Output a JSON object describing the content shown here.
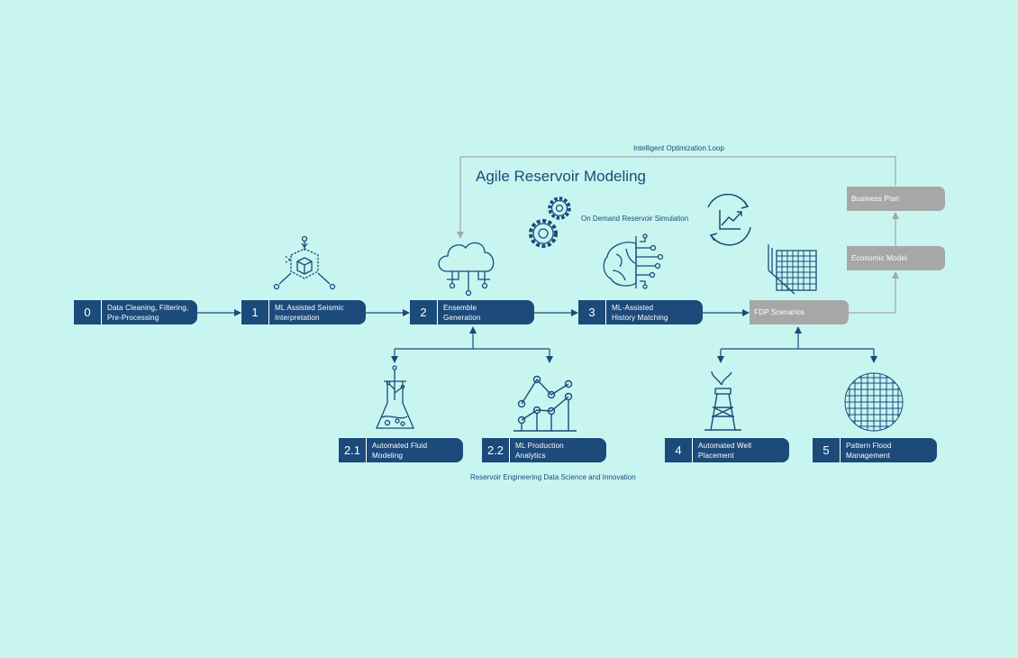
{
  "title": "Agile Reservoir Modeling",
  "loop_label": "Intelligent Optimization Loop",
  "simulation_label": "On Demand Reservoir Simulation",
  "footer_label": "Reservoir Engineering Data Science and Innovation",
  "colors": {
    "background": "#c9f5f1",
    "primary": "#1c4a7a",
    "muted": "#a7a7a7"
  },
  "steps": {
    "s0": {
      "num": "0",
      "label": "Data Cleaning, Filtering,\nPre-Processing"
    },
    "s1": {
      "num": "1",
      "label": "ML Assisted Seismic\nInterpretation"
    },
    "s2": {
      "num": "2",
      "label": "Ensemble\nGeneration"
    },
    "s3": {
      "num": "3",
      "label": "ML-Assisted\nHistory Matching"
    },
    "s21": {
      "num": "2.1",
      "label": "Automated Fluid\nModeling"
    },
    "s22": {
      "num": "2.2",
      "label": "ML Production\nAnalytics"
    },
    "s4": {
      "num": "4",
      "label": "Automated Well\nPlacement"
    },
    "s5": {
      "num": "5",
      "label": "Pattern Flood\nManagement"
    }
  },
  "outputs": {
    "fdp": "FDP Scenarios",
    "economic": "Economic Model",
    "business": "Business Plan"
  },
  "icons": [
    "cube-network-icon",
    "cloud-network-icon",
    "gears-icon",
    "ai-brain-icon",
    "cycle-chart-icon",
    "grid-model-icon",
    "flask-icon",
    "line-chart-icon",
    "oil-rig-icon",
    "mesh-sphere-icon"
  ]
}
